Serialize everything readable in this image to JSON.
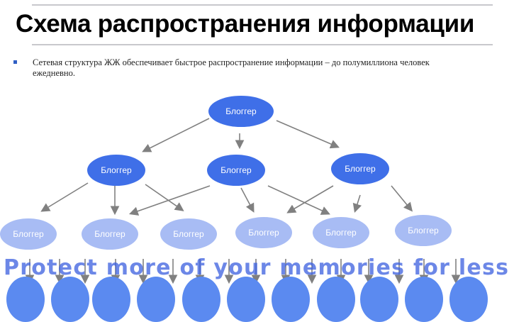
{
  "title": "Схема распространения информации",
  "bullet_text": "Сетевая структура ЖЖ обеспечивает быстрое распространение информации – до полумиллиона человек ежедневно.",
  "node_label": "Блоггер",
  "watermark": "Protect more of your memories for less",
  "colors": {
    "top": "#3f6fe8",
    "level2": "#3f6fe8",
    "level3": "#a8bcf4",
    "leaf": "#5b8af0",
    "arrow": "#808080"
  }
}
